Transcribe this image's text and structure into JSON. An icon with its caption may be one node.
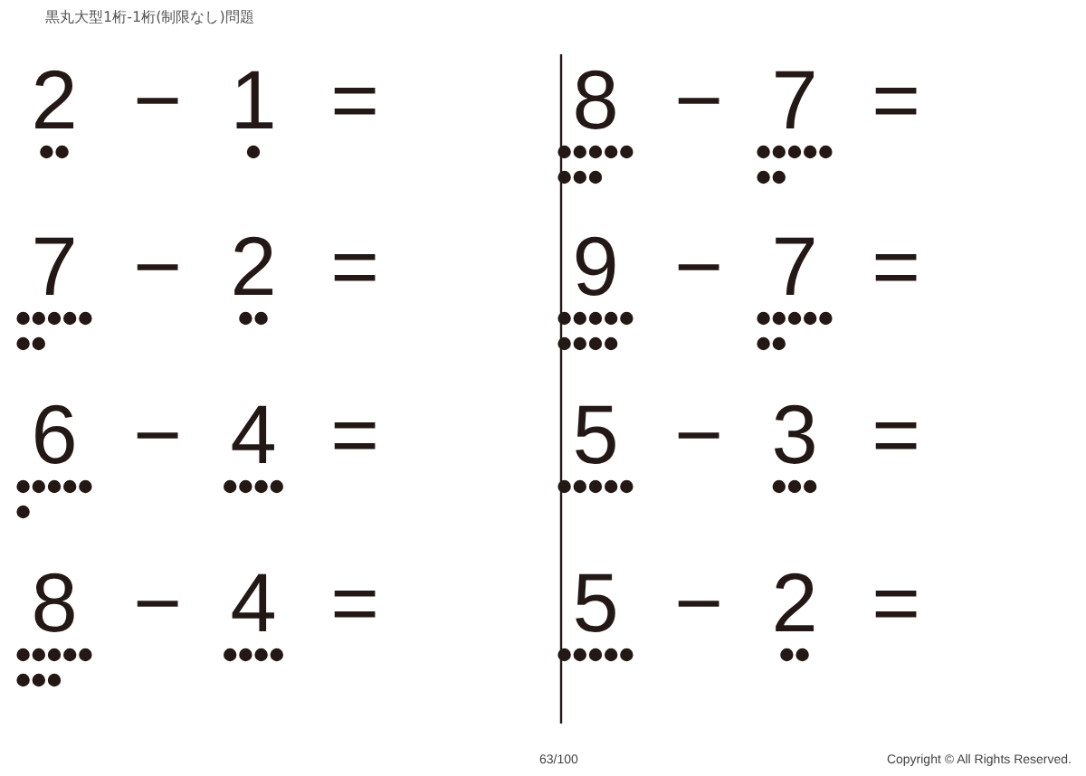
{
  "diagram": {
    "title": "黒丸大型1桁-1桁(制限なし)問題",
    "labels": [
      "2",
      "−",
      "1",
      "=",
      "7",
      "−",
      "2",
      "=",
      "6",
      "−",
      "4",
      "=",
      "8",
      "−",
      "4",
      "=",
      "8",
      "−",
      "7",
      "=",
      "9",
      "−",
      "7",
      "=",
      "5",
      "−",
      "3",
      "=",
      "5",
      "−",
      "2",
      "=",
      "63/100",
      "Copyright © All Rights Reserved."
    ]
  }
}
